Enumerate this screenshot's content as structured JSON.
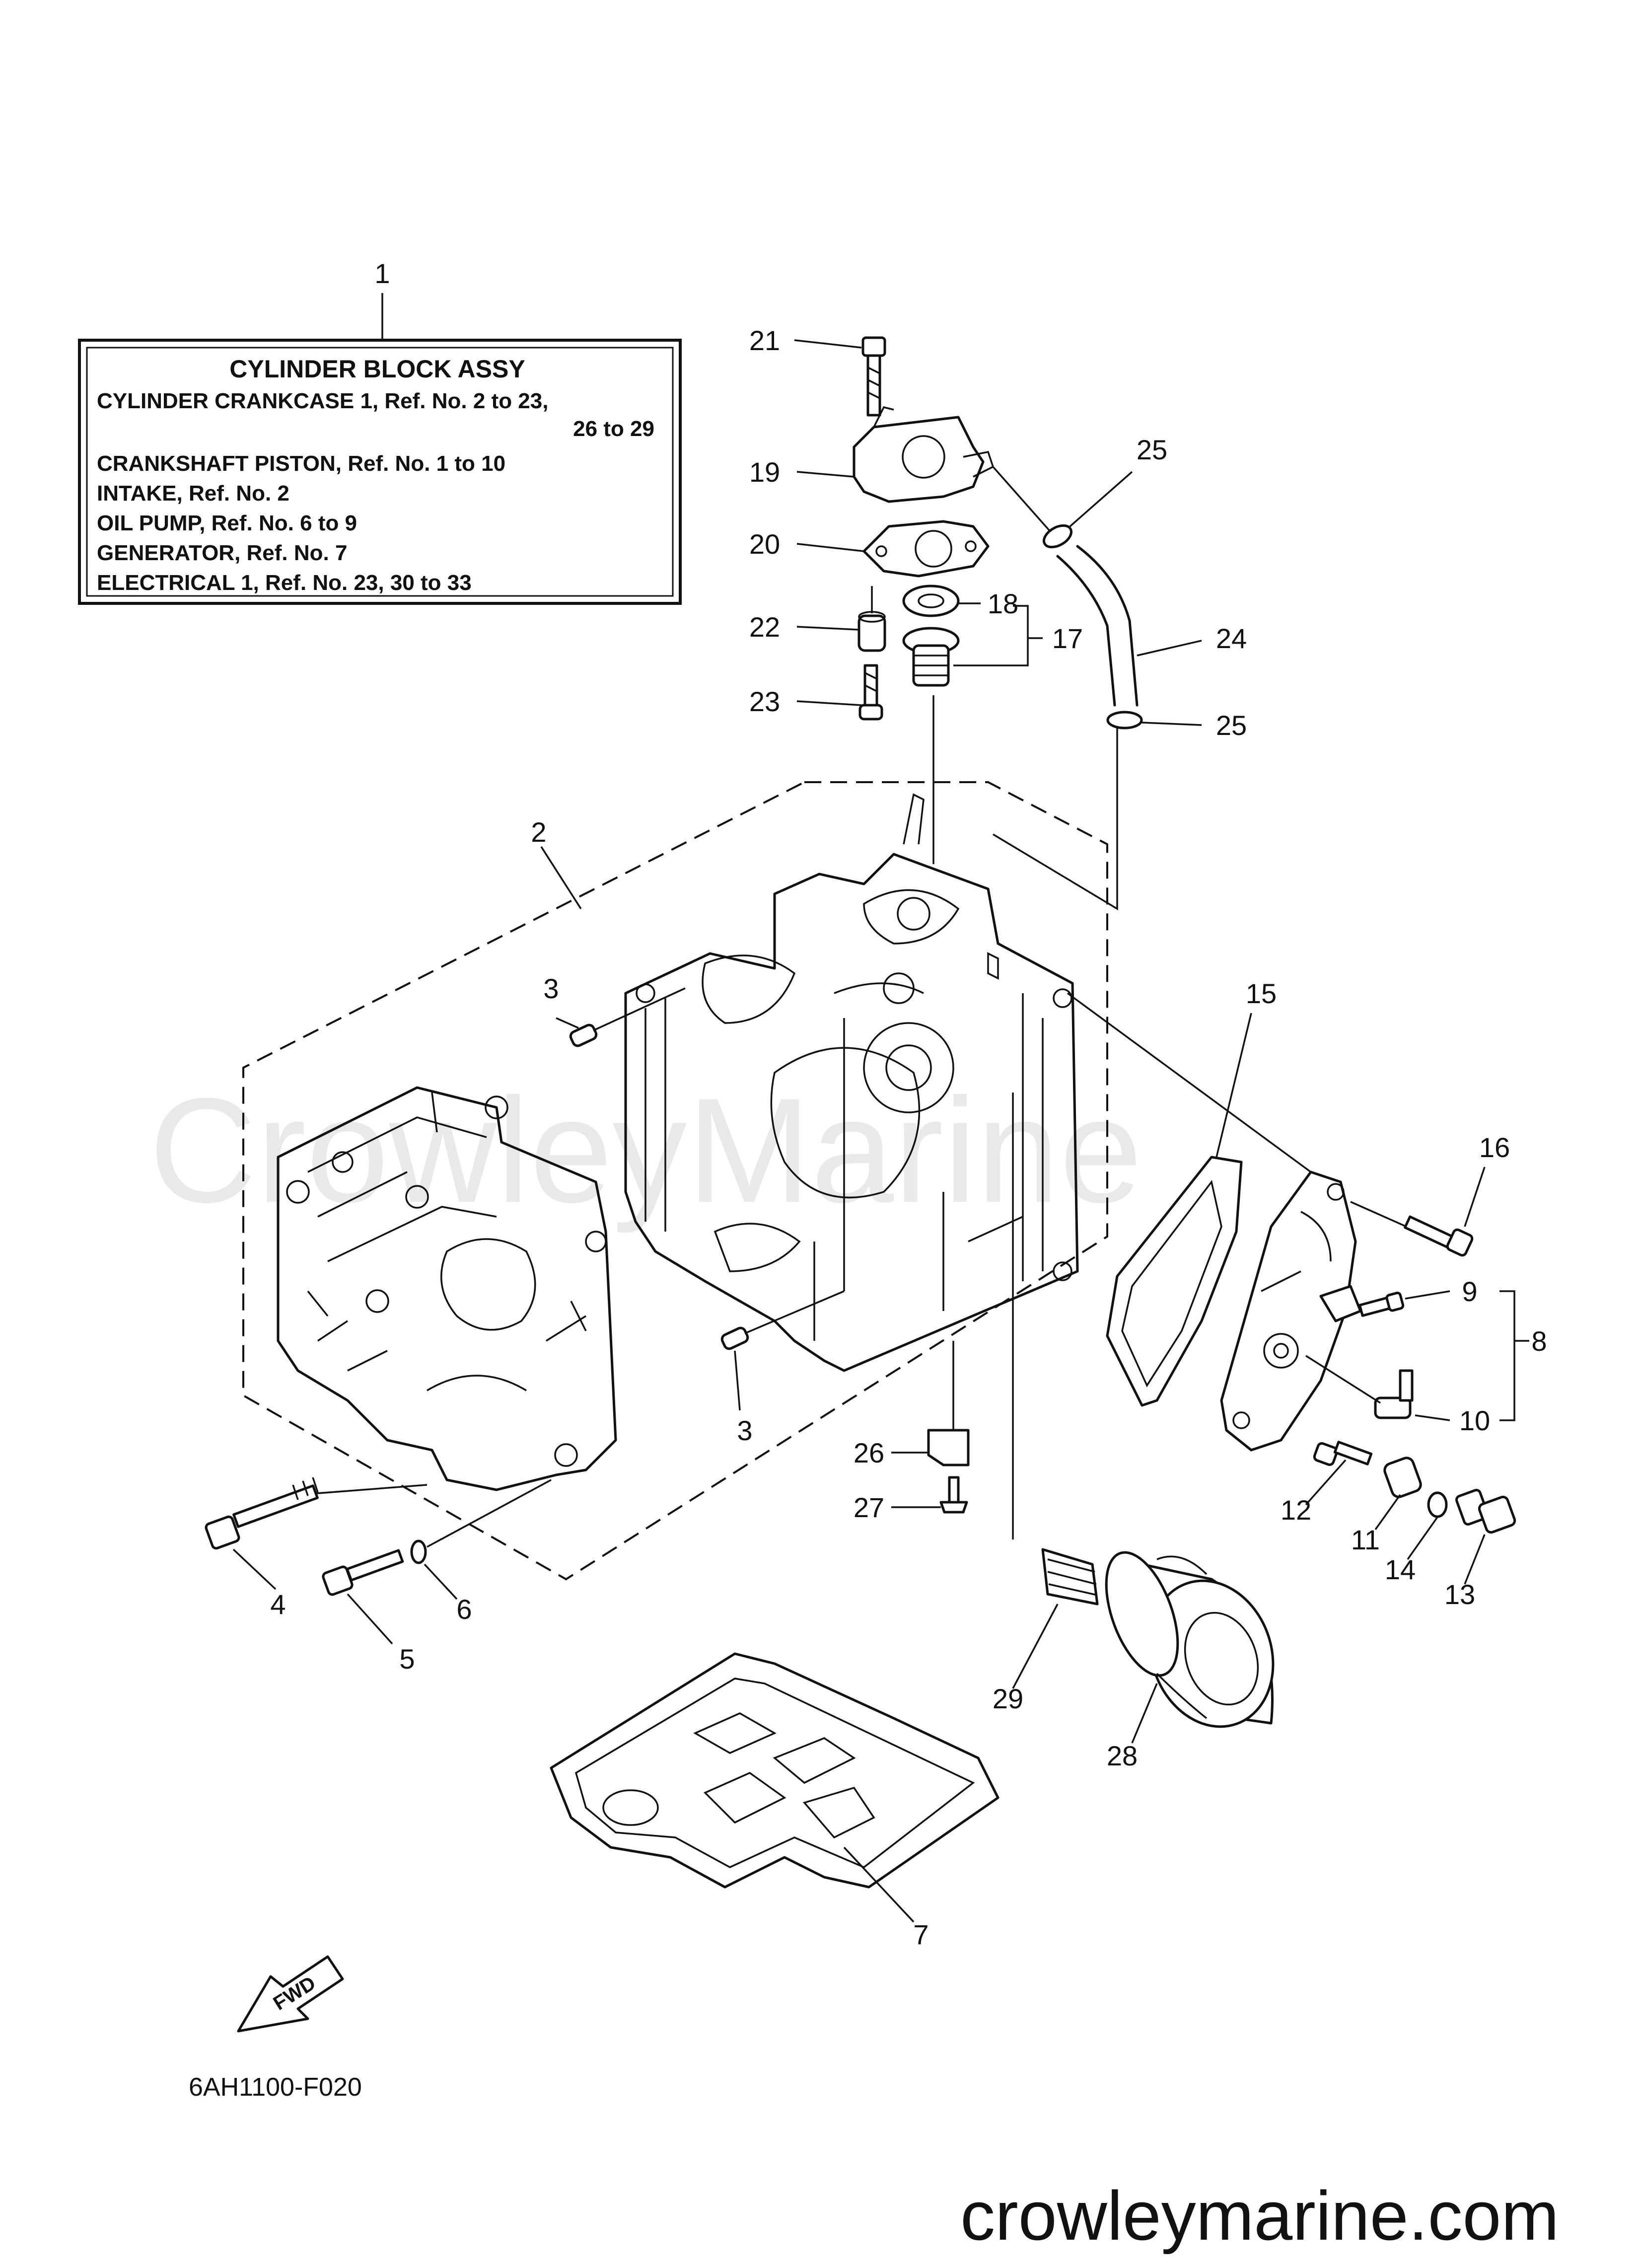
{
  "title_box": {
    "title": "CYLINDER  BLOCK  ASSY",
    "lines": [
      "CYLINDER  CRANKCASE  1,   Ref.  No.  2  to  23,",
      "26  to  29",
      "CRANKSHAFT  PISTON,   Ref.  No.  1  to  10",
      "INTAKE,   Ref.  No.  2",
      "OIL  PUMP,   Ref.  No.  6  to  9",
      "GENERATOR,   Ref.  No.  7",
      "ELECTRICAL  1,   Ref.  No.  23,  30  to  33"
    ]
  },
  "callouts": {
    "c1": "1",
    "c2": "2",
    "c3a": "3",
    "c3b": "3",
    "c4": "4",
    "c5": "5",
    "c6": "6",
    "c7": "7",
    "c8": "8",
    "c9": "9",
    "c10": "10",
    "c11": "11",
    "c12": "12",
    "c13": "13",
    "c14": "14",
    "c15": "15",
    "c16": "16",
    "c17": "17",
    "c18": "18",
    "c19": "19",
    "c20": "20",
    "c21": "21",
    "c22": "22",
    "c23": "23",
    "c24": "24",
    "c25a": "25",
    "c25b": "25",
    "c26": "26",
    "c27": "27",
    "c28": "28",
    "c29": "29"
  },
  "fwd_label": "FWD",
  "diagram_code": "6AH1100-F020",
  "watermark": "CrowleyMarine",
  "footer_url": "crowleymarine.com"
}
